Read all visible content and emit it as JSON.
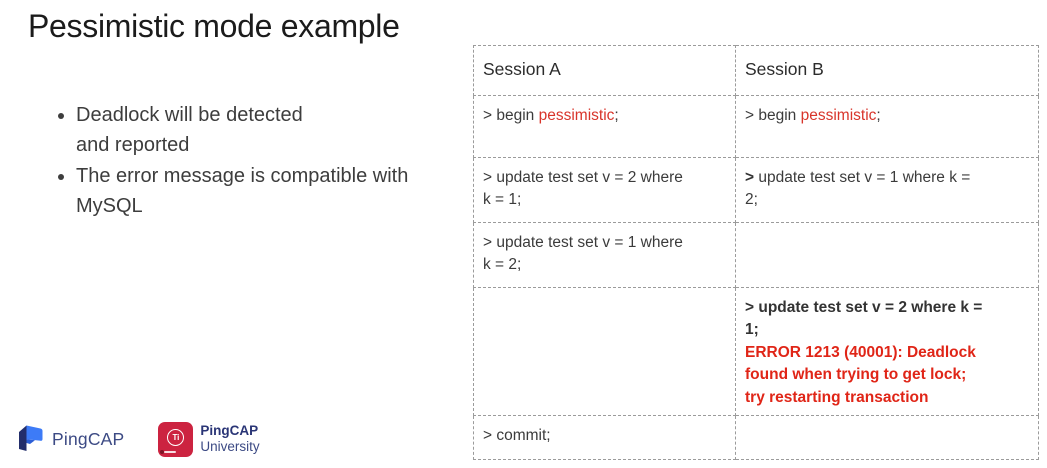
{
  "title": "Pessimistic mode example",
  "bullets": [
    {
      "lines": [
        "Deadlock will be detected",
        "and reported"
      ]
    },
    {
      "lines": [
        "The error message is compatible with",
        "MySQL"
      ]
    }
  ],
  "colors": {
    "text_dark": "#2f2f2f",
    "red": "#d8352b",
    "error_red": "#e02517",
    "border_gray": "#9b9b9b",
    "navy": "#3c4a84",
    "navy_bold": "#2a3576",
    "logo_blue": "#3d7bf7",
    "logo_navy": "#232e6b",
    "univ_red": "#cc2340"
  },
  "table": {
    "headers": [
      "Session A",
      "Session B"
    ],
    "rows": [
      {
        "cells": [
          [
            {
              "t": "> begin "
            },
            {
              "t": "pessimistic",
              "s": "red"
            },
            {
              "t": ";"
            }
          ],
          [
            {
              "t": "> begin "
            },
            {
              "t": "pessimistic",
              "s": "red"
            },
            {
              "t": ";"
            }
          ]
        ]
      },
      {
        "cells": [
          [
            {
              "t": "> update test set v = 2 where\nk = 1;"
            }
          ],
          [
            {
              "t": ">",
              "s": "bold"
            },
            {
              "t": " update test set v = 1 where k =\n2;"
            }
          ]
        ]
      },
      {
        "cells": [
          [
            {
              "t": "> update test set v = 1 where\nk = 2;"
            }
          ],
          []
        ]
      },
      {
        "cells": [
          [],
          [
            {
              "t": "> update test set v = 2 where k =\n1;",
              "s": "bold"
            },
            {
              "t": "\n"
            },
            {
              "t": "ERROR 1213 (40001): Deadlock\nfound when trying to get lock;\ntry restarting transaction",
              "s": "error"
            }
          ]
        ]
      },
      {
        "cells": [
          [
            {
              "t": "> commit;"
            }
          ],
          []
        ]
      }
    ]
  },
  "logos": {
    "pingcap_wordmark": "PingCAP",
    "university_line1": "PingCAP",
    "university_line2": "University",
    "university_badge": "Ti"
  }
}
